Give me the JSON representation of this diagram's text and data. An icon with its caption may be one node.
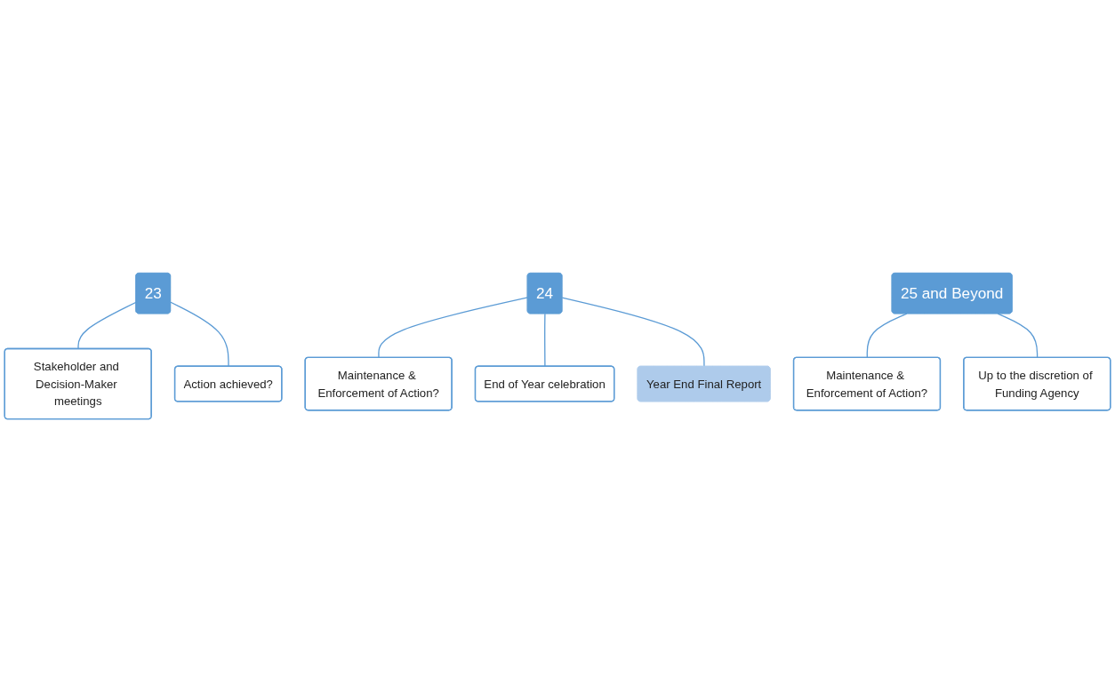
{
  "diagram": {
    "nodes": [
      {
        "text": [
          "23"
        ]
      },
      {
        "text": [
          "Stakeholder and Decision-Maker meetings"
        ]
      },
      {
        "text": [
          "Action achieved?"
        ]
      },
      {
        "text": [
          "24"
        ]
      },
      {
        "text": [
          "Maintenance & Enforcement of Action?"
        ]
      },
      {
        "text": [
          "End of Year celebration"
        ]
      },
      {
        "text": [
          "Year End Final Report"
        ]
      },
      {
        "text": [
          "25 and Beyond"
        ]
      },
      {
        "text": [
          "Maintenance & Enforcement of Action?"
        ]
      },
      {
        "text": [
          "Up to the discretion of Funding Agency"
        ]
      }
    ],
    "edges": [
      {
        "from": 0,
        "to": 1,
        "arrow": "none"
      },
      {
        "from": 0,
        "to": 2,
        "arrow": "none"
      },
      {
        "from": 3,
        "to": 4,
        "arrow": "none"
      },
      {
        "from": 3,
        "to": 5,
        "arrow": "none"
      },
      {
        "from": 3,
        "to": 6,
        "arrow": "none"
      },
      {
        "from": 7,
        "to": 8,
        "arrow": "none"
      },
      {
        "from": 7,
        "to": 9,
        "arrow": "none"
      }
    ]
  }
}
